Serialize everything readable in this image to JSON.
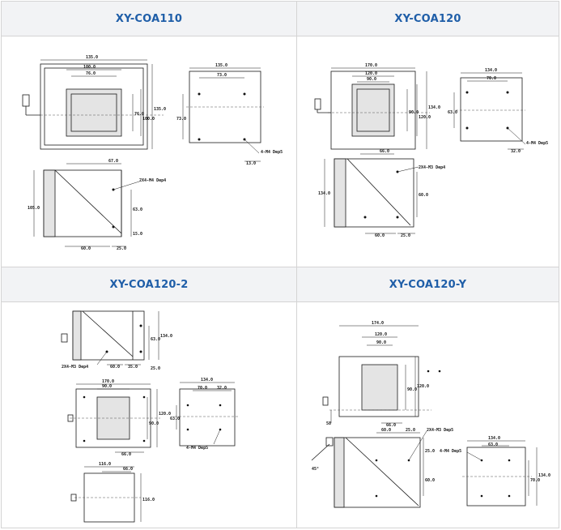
{
  "panels": [
    {
      "title": "XY-COA110"
    },
    {
      "title": "XY-COA120"
    },
    {
      "title": "XY-COA120-2"
    },
    {
      "title": "XY-COA120-Y"
    }
  ],
  "drawings": {
    "coa110": {
      "front": {
        "w": "135.0",
        "i1": "100.0",
        "i2": "76.0",
        "h1": "76.0",
        "h2": "100.0",
        "h3": "135.0",
        "b": "67.0"
      },
      "rear": {
        "w": "135.0",
        "i": "73.0",
        "h": "73.0",
        "b": "13.0",
        "hole": "4-M4 Dep5"
      },
      "side": {
        "h": "105.0",
        "b1": "60.0",
        "b2": "25.0",
        "r1": "63.0",
        "r2": "15.0",
        "hole": "2X4-M4 Dep4"
      }
    },
    "coa120": {
      "front": {
        "w": "170.0",
        "i1": "120.0",
        "i2": "90.0",
        "h1": "90.0",
        "h2": "120.0",
        "h3": "134.0",
        "b": "66.0"
      },
      "rear": {
        "w": "134.0",
        "i": "70.0",
        "h": "63.0",
        "b": "32.0",
        "hole": "4-M4 Dep5"
      },
      "side": {
        "h": "134.0",
        "b1": "60.0",
        "b2": "25.0",
        "r": "60.0",
        "hole": "2X4-M3 Dep4"
      }
    },
    "coa120_2": {
      "side": {
        "h1": "63.0",
        "h2": "134.0",
        "h3": "25.0",
        "b1": "60.0",
        "b2": "35.0",
        "hole": "2X4-M3 Dep4"
      },
      "front": {
        "w": "170.0",
        "i": "90.0",
        "h1": "90.0",
        "h2": "120.0",
        "b": "66.0"
      },
      "rear": {
        "w": "134.0",
        "i1": "70.0",
        "i2": "32.0",
        "h": "63.0",
        "hole": "4-M4 Dep5"
      },
      "bottom": {
        "w": "116.0",
        "i": "66.0",
        "h": "116.0"
      }
    },
    "coa120_y": {
      "front": {
        "w": "174.0",
        "i1": "120.0",
        "i2": "90.0",
        "h1": "90.0",
        "h2": "120.0",
        "b": "66.0",
        "l": "58"
      },
      "side": {
        "b1": "60.0",
        "b2": "25.0",
        "h": "60.0",
        "r": "25.0",
        "hole": "2X4-M3 Dep5",
        "ang": "45°"
      },
      "rear": {
        "w": "134.0",
        "i": "63.0",
        "h1": "70.0",
        "h2": "134.0",
        "hole": "4-M4 Dep5"
      }
    }
  }
}
